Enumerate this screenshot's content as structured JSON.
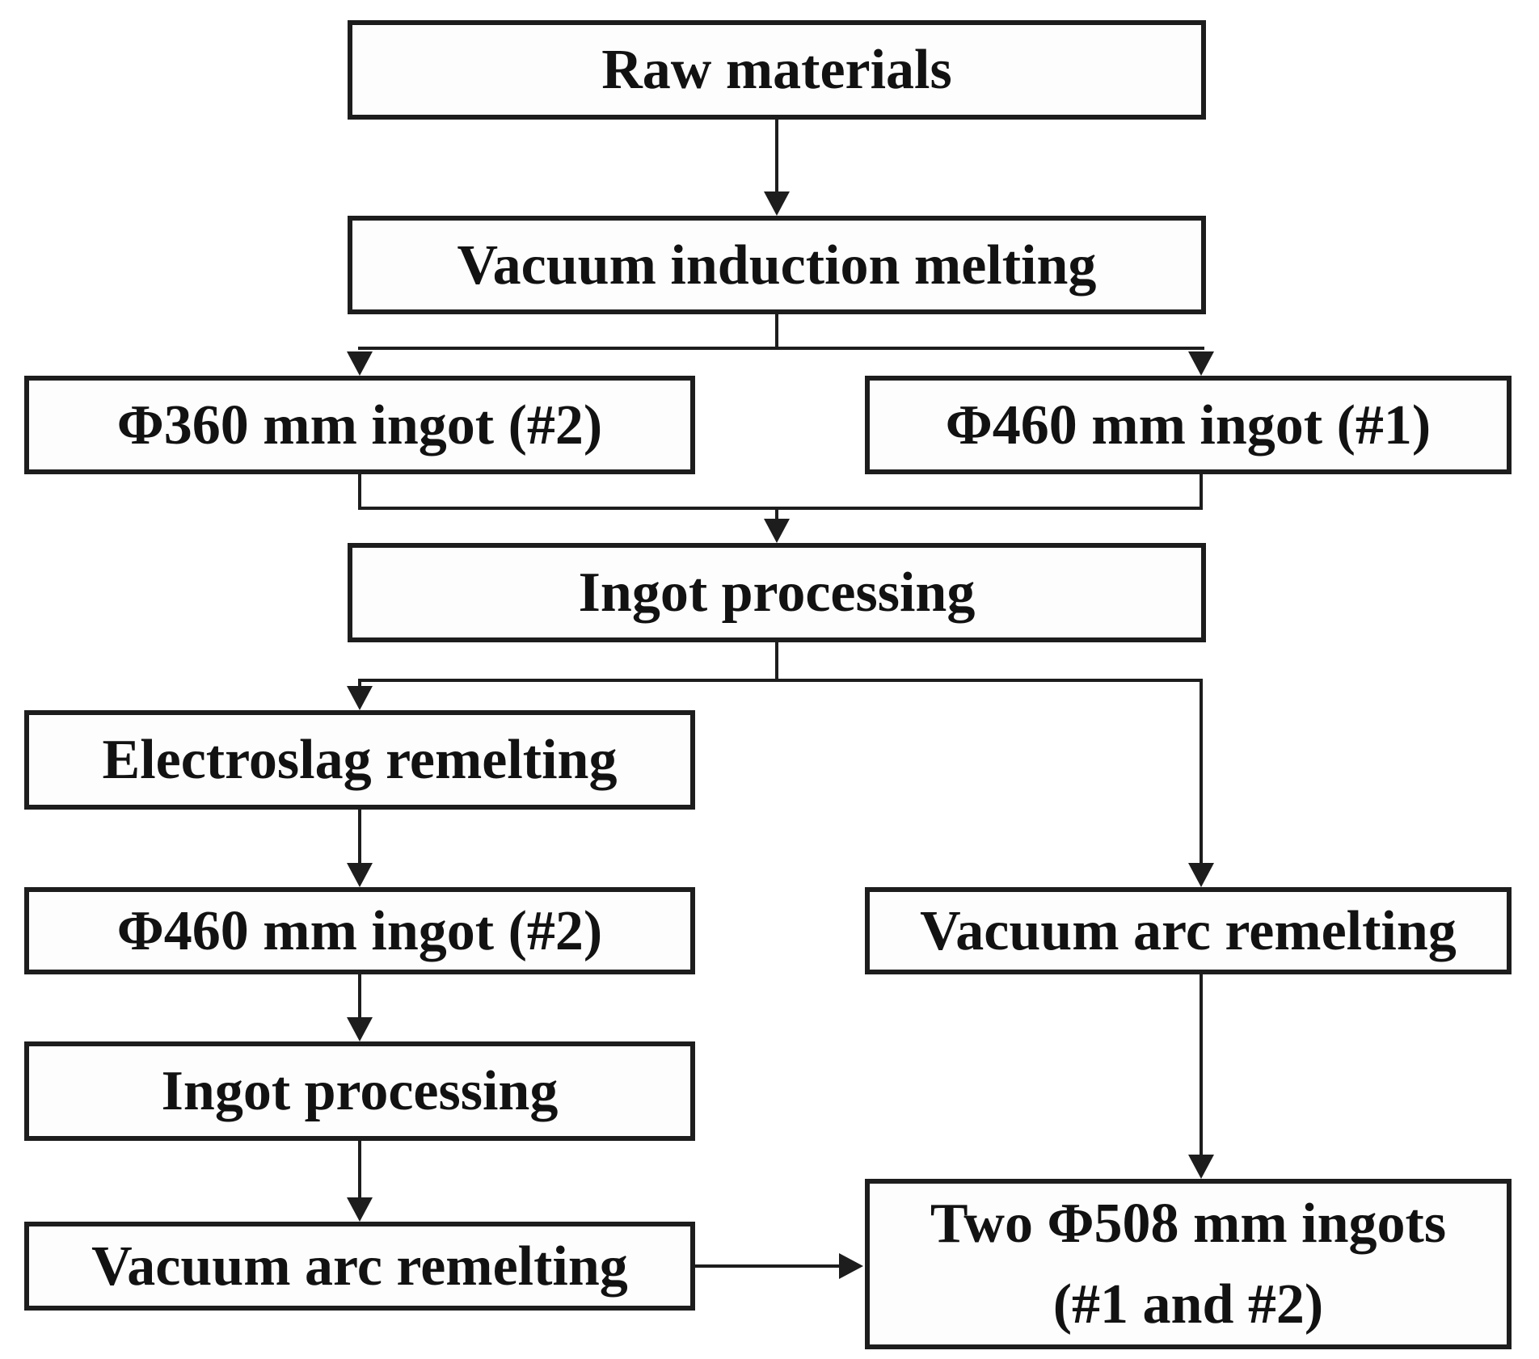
{
  "figure": {
    "type": "flowchart",
    "background_color": "#ffffff",
    "line_color": "#1d1d1d",
    "text_color": "#121212",
    "nodes": {
      "raw_materials": "Raw materials",
      "vacuum_induction_melting": "Vacuum induction melting",
      "ingot_360_2": "Φ360 mm ingot (#2)",
      "ingot_460_1": "Φ460 mm ingot (#1)",
      "ingot_processing_top": "Ingot processing",
      "electroslag_remelting": "Electroslag remelting",
      "ingot_460_2": "Φ460 mm ingot (#2)",
      "vacuum_arc_remelting_right": "Vacuum arc remelting",
      "ingot_processing_left": "Ingot processing",
      "vacuum_arc_remelting_left": "Vacuum arc remelting",
      "final_ingots_line1": "Two Φ508 mm ingots",
      "final_ingots_line2": "(#1 and #2)"
    },
    "edges": [
      {
        "from": "raw_materials",
        "to": "vacuum_induction_melting"
      },
      {
        "from": "vacuum_induction_melting",
        "to": "ingot_360_2"
      },
      {
        "from": "vacuum_induction_melting",
        "to": "ingot_460_1"
      },
      {
        "from": "ingot_360_2",
        "to": "ingot_processing_top"
      },
      {
        "from": "ingot_460_1",
        "to": "ingot_processing_top"
      },
      {
        "from": "ingot_processing_top",
        "to": "electroslag_remelting"
      },
      {
        "from": "ingot_processing_top",
        "to": "vacuum_arc_remelting_right"
      },
      {
        "from": "electroslag_remelting",
        "to": "ingot_460_2"
      },
      {
        "from": "ingot_460_2",
        "to": "ingot_processing_left"
      },
      {
        "from": "ingot_processing_left",
        "to": "vacuum_arc_remelting_left"
      },
      {
        "from": "vacuum_arc_remelting_left",
        "to": "final_ingots"
      },
      {
        "from": "vacuum_arc_remelting_right",
        "to": "final_ingots"
      }
    ]
  }
}
